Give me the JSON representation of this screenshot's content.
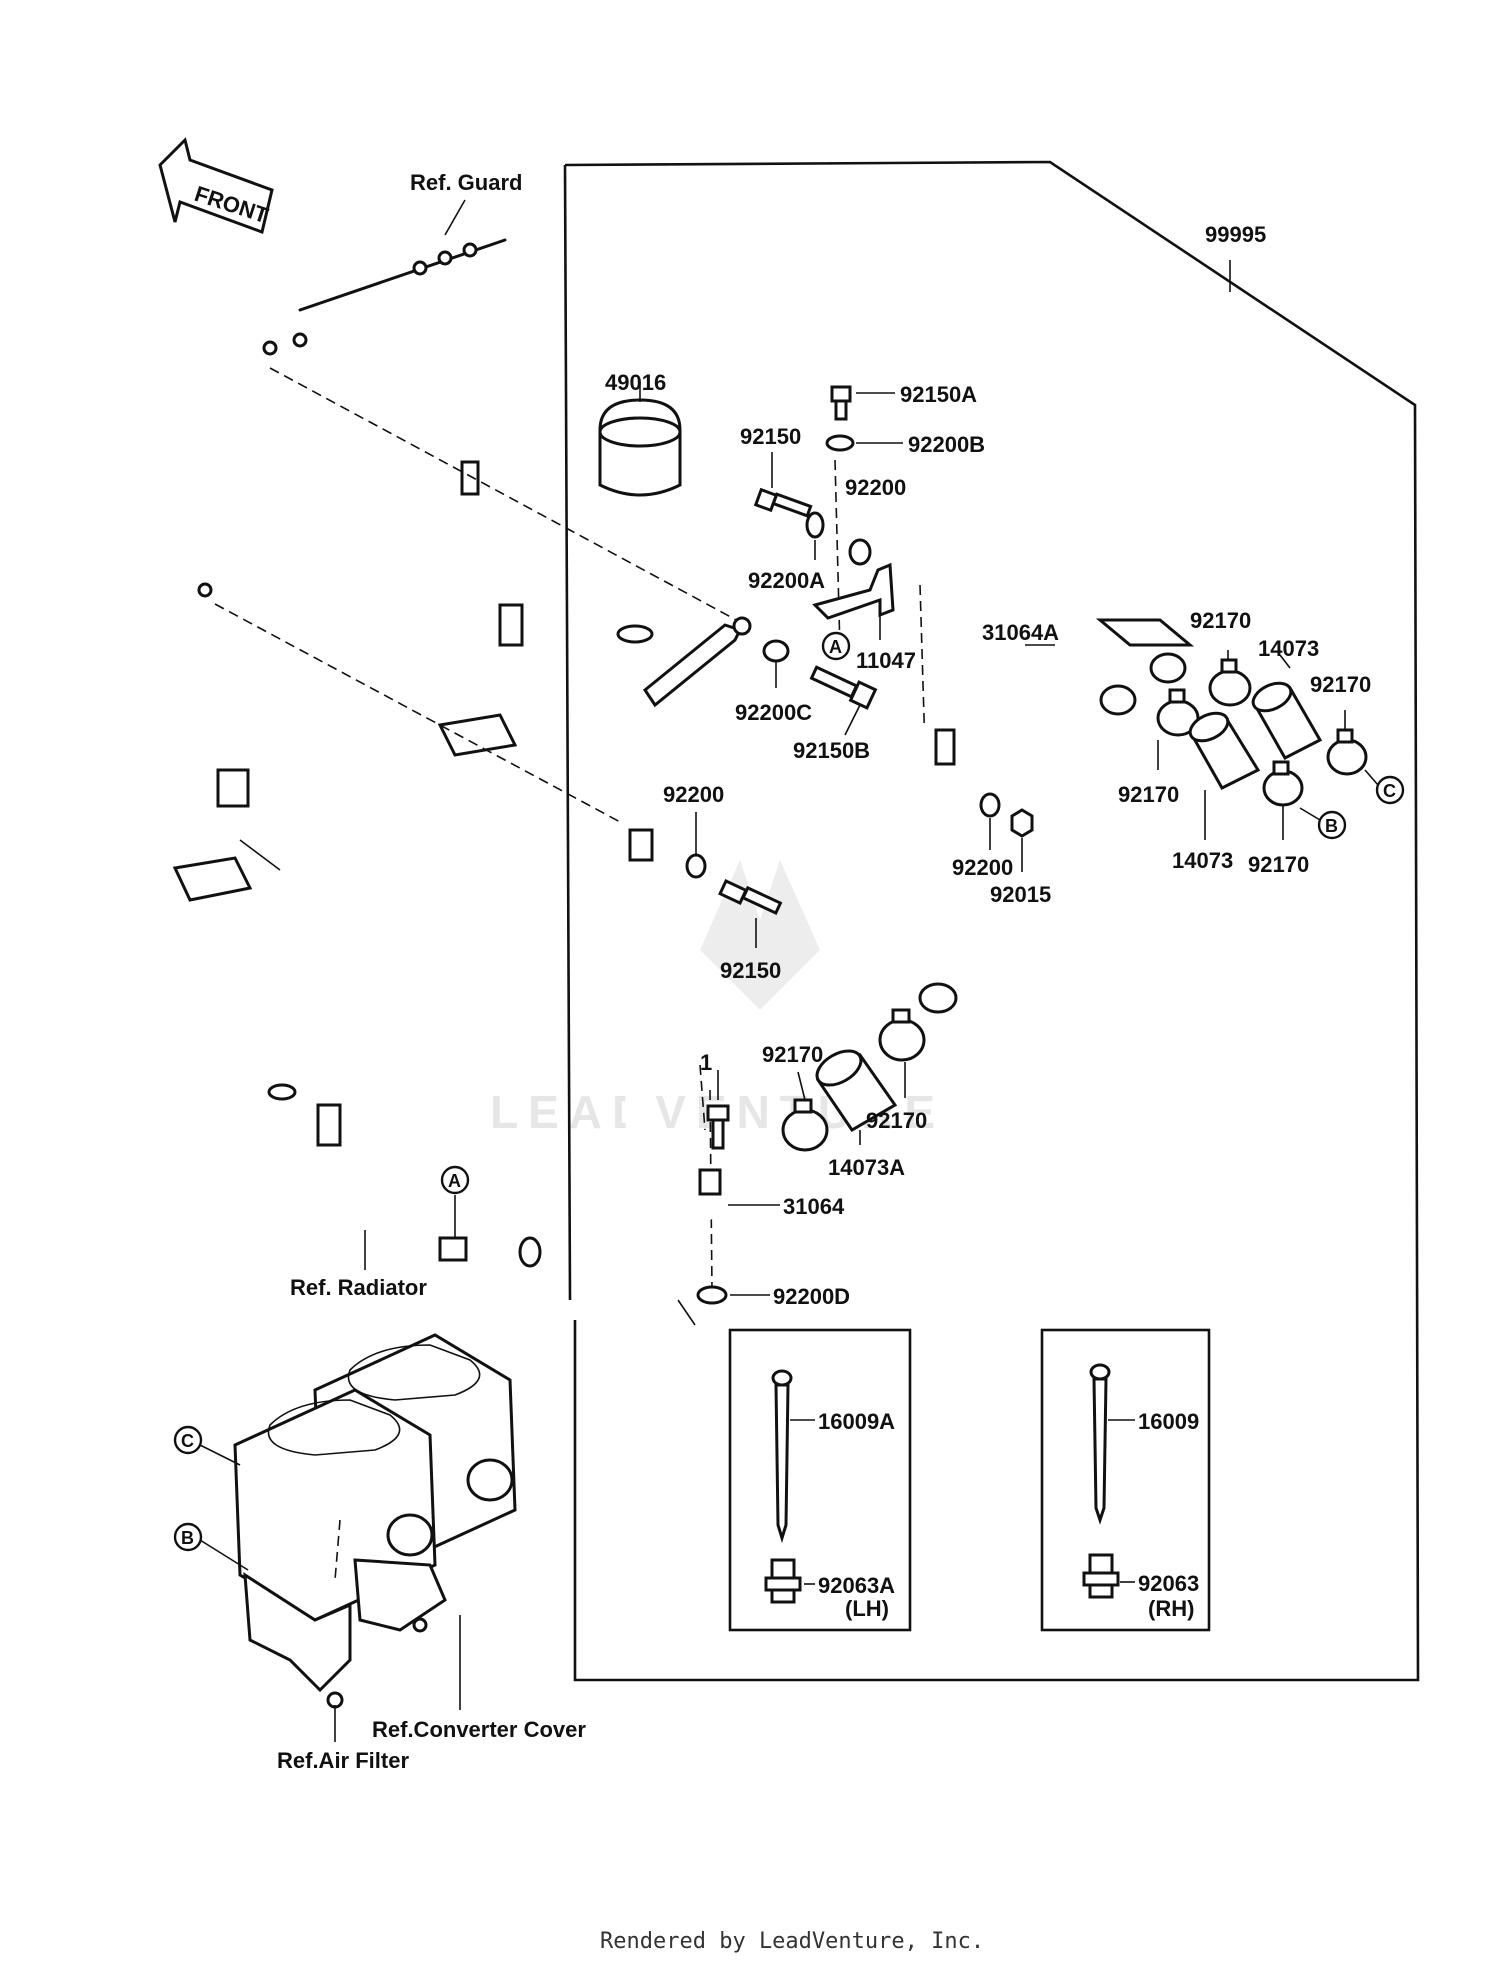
{
  "front_arrow": "FRONT",
  "refs": {
    "guard": "Ref. Guard",
    "radiator": "Ref. Radiator",
    "converter_cover": "Ref.Converter Cover",
    "air_filter": "Ref.Air Filter"
  },
  "kit_number": "99995",
  "parts": {
    "p49016": "49016",
    "p92150A": "92150A",
    "p92200B": "92200B",
    "p92150_top": "92150",
    "p92200_top": "92200",
    "p92200A": "92200A",
    "p11047": "11047",
    "p92200C": "92200C",
    "p92150B": "92150B",
    "p31064A": "31064A",
    "p92170_a": "92170",
    "p14073_a": "14073",
    "p92170_b": "92170",
    "p92170_c": "92170",
    "p14073_b": "14073",
    "p92170_d": "92170",
    "p92200_mid": "92200",
    "p92015": "92015",
    "p92200_left": "92200",
    "p92150_left": "92150",
    "p92170_e": "92170",
    "p92170_f": "92170",
    "p14073A": "14073A",
    "p1": "1",
    "p31064": "31064",
    "p92200D": "92200D",
    "p16009A": "16009A",
    "p92063A": "92063A",
    "p16009": "16009",
    "p92063": "92063"
  },
  "boxes": {
    "lh": "(LH)",
    "rh": "(RH)"
  },
  "callouts": {
    "a": "A",
    "b": "B",
    "c": "C"
  },
  "watermark": "LEADVENTURE",
  "footer": "Rendered by LeadVenture, Inc."
}
